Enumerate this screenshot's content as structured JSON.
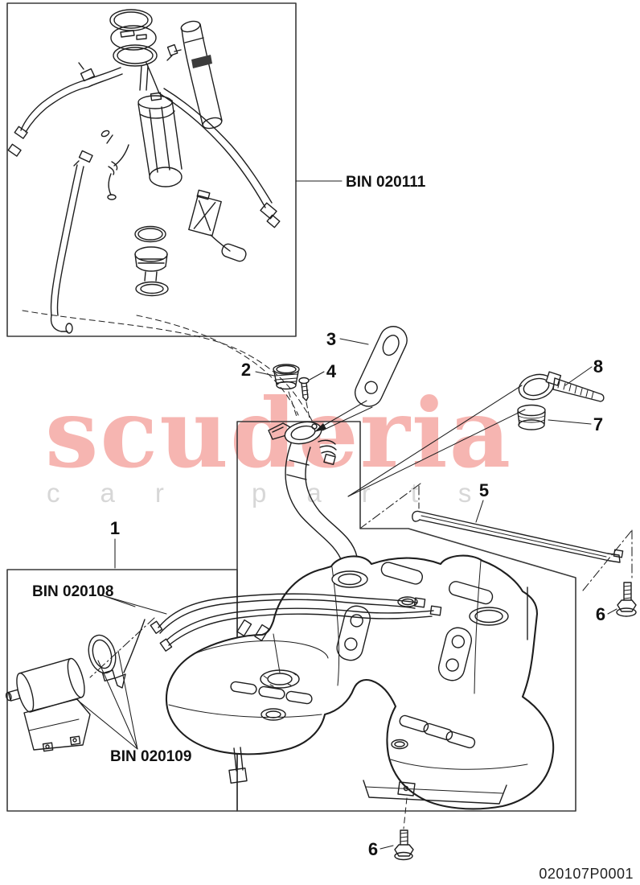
{
  "diagram": {
    "part_number": "020107P0001",
    "bin_labels": {
      "pump_module": "BIN 020111",
      "fuel_lines": "BIN 020108",
      "fuel_filter": "BIN 020109"
    },
    "callouts": {
      "c1": "1",
      "c2": "2",
      "c3": "3",
      "c4": "4",
      "c5": "5",
      "c6_right": "6",
      "c6_bottom": "6",
      "c7": "7",
      "c8": "8"
    },
    "watermark": {
      "title": "scuderia",
      "subtitle": "car parts",
      "title_color": "#f6b5b1",
      "subtitle_color": "#d7d7d7",
      "flag_color": "#e3e3e3"
    },
    "colors": {
      "line": "#1e1e1e",
      "box": "#3a3a3a",
      "background": "#ffffff"
    }
  }
}
